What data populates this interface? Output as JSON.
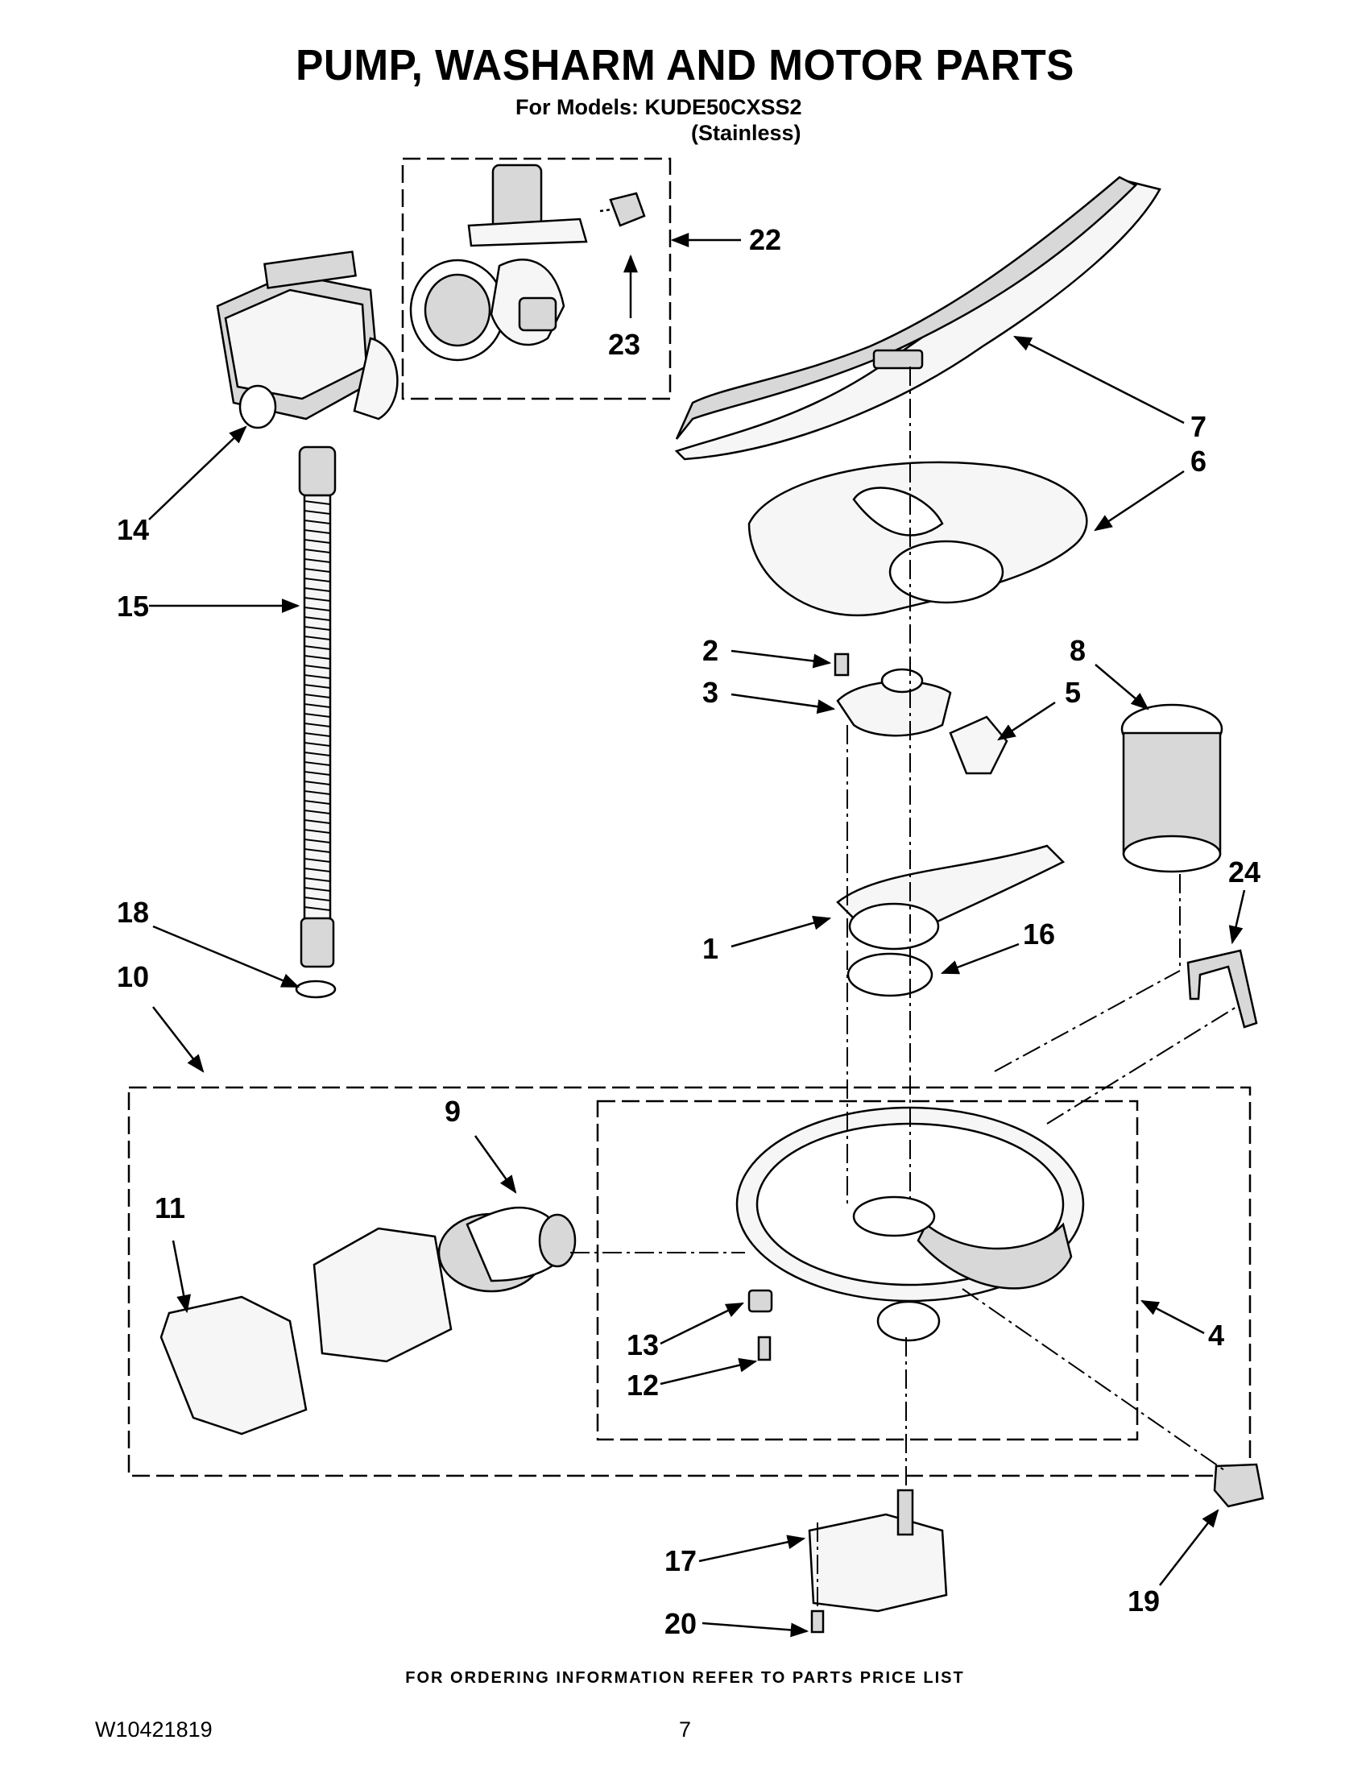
{
  "header": {
    "title": "PUMP, WASHARM AND MOTOR PARTS",
    "models_line": "For Models: KUDE50CXSS2",
    "finish_line": "(Stainless)"
  },
  "footer": {
    "ordering_note": "FOR ORDERING INFORMATION REFER TO PARTS PRICE LIST",
    "document_number": "W10421819",
    "page_number": "7"
  },
  "callouts": {
    "c1": "1",
    "c2": "2",
    "c3": "3",
    "c4": "4",
    "c5": "5",
    "c6": "6",
    "c7": "7",
    "c8": "8",
    "c9": "9",
    "c10": "10",
    "c11": "11",
    "c12": "12",
    "c13": "13",
    "c14": "14",
    "c15": "15",
    "c16": "16",
    "c17": "17",
    "c18": "18",
    "c19": "19",
    "c20": "20",
    "c22": "22",
    "c23": "23",
    "c24": "24"
  }
}
